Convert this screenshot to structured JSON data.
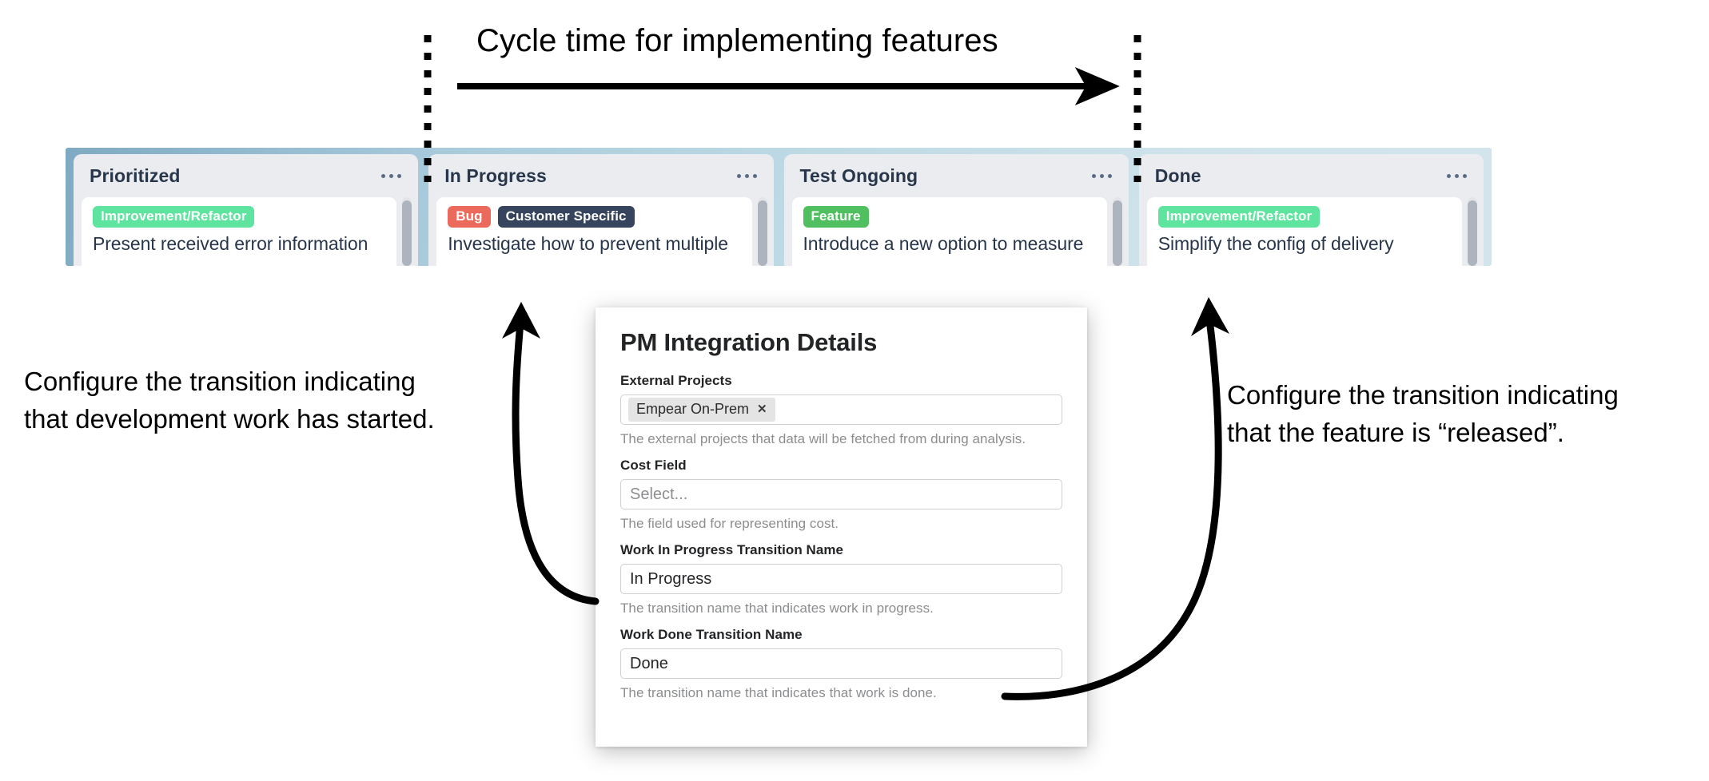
{
  "annotations": {
    "cycle_time_title": "Cycle time for implementing features",
    "note_left": "Configure the transition indicating\nthat development work has started.",
    "note_right": "Configure the transition indicating\nthat the feature is “released”."
  },
  "board": {
    "columns": [
      {
        "title": "Prioritized",
        "menu_icon": "ellipsis-icon",
        "card": {
          "tags": [
            {
              "label": "Improvement/Refactor",
              "color": "#5EE49E"
            }
          ],
          "title": "Present received error information"
        }
      },
      {
        "title": "In Progress",
        "menu_icon": "ellipsis-icon",
        "card": {
          "tags": [
            {
              "label": "Bug",
              "color": "#EC6A5B"
            },
            {
              "label": "Customer Specific",
              "color": "#36455D"
            }
          ],
          "title": "Investigate how to prevent multiple"
        }
      },
      {
        "title": "Test Ongoing",
        "menu_icon": "ellipsis-icon",
        "card": {
          "tags": [
            {
              "label": "Feature",
              "color": "#4FBF60"
            }
          ],
          "title": "Introduce a new option to measure"
        }
      },
      {
        "title": "Done",
        "menu_icon": "ellipsis-icon",
        "card": {
          "tags": [
            {
              "label": "Improvement/Refactor",
              "color": "#5EE49E"
            }
          ],
          "title": "Simplify the config of delivery"
        }
      }
    ]
  },
  "panel": {
    "title": "PM Integration Details",
    "fields": [
      {
        "label": "External Projects",
        "type": "chips",
        "chips": [
          {
            "label": "Empear On-Prem",
            "remove_icon": "✕"
          }
        ],
        "help": "The external projects that data will be fetched from during analysis."
      },
      {
        "label": "Cost Field",
        "type": "select",
        "value": "",
        "placeholder": "Select...",
        "help": "The field used for representing cost."
      },
      {
        "label": "Work In Progress Transition Name",
        "type": "text",
        "value": "In Progress",
        "help": "The transition name that indicates work in progress."
      },
      {
        "label": "Work Done Transition Name",
        "type": "text",
        "value": "Done",
        "help": "The transition name that indicates that work is done."
      }
    ]
  },
  "colors": {
    "board_gradient_start": "#7FAAC3",
    "board_gradient_end": "#D3E5EC",
    "column_bg": "#EBECEF",
    "card_bg": "#FFFFFF",
    "heading_text": "#27364B",
    "annotation_ink": "#000000"
  }
}
